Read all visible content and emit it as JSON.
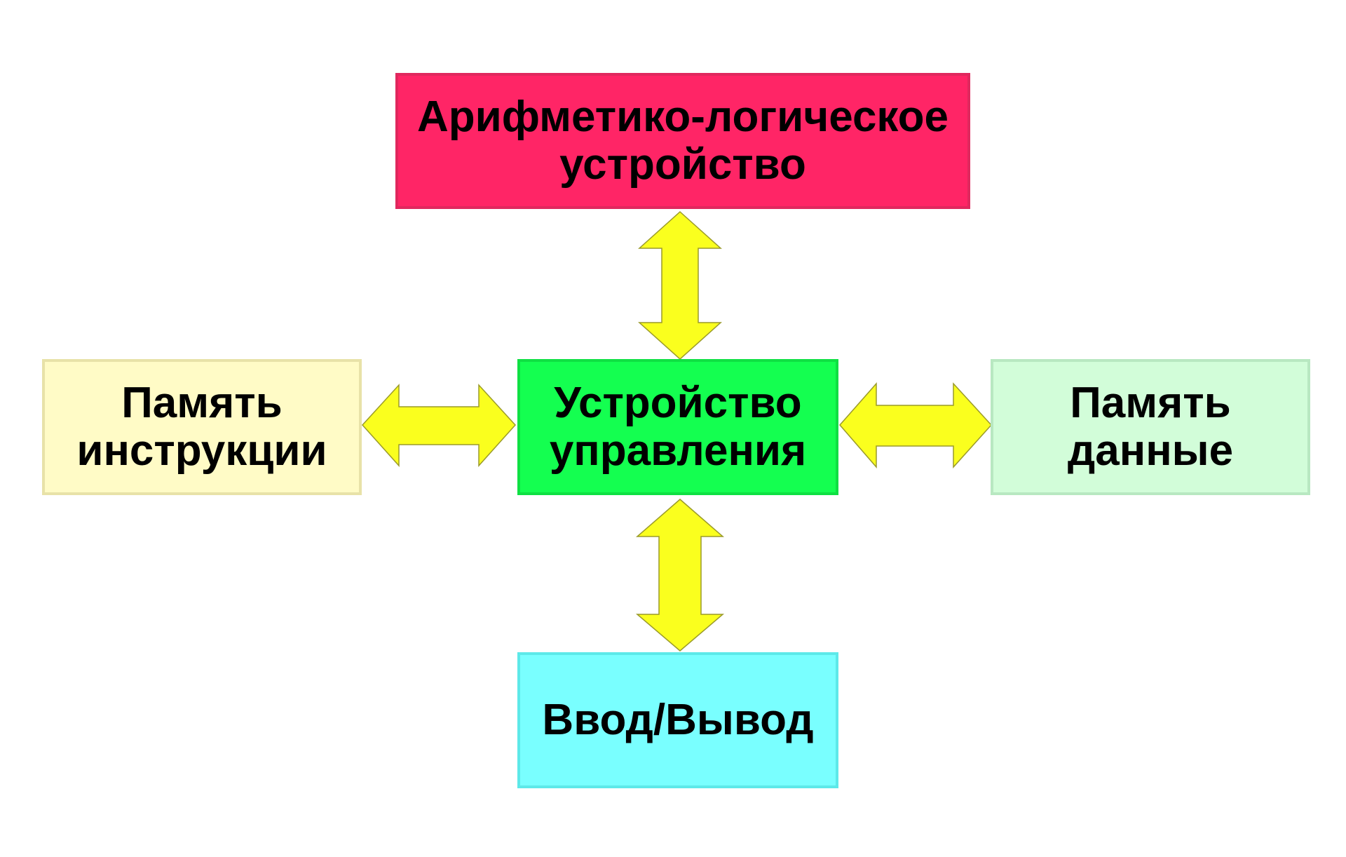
{
  "boxes": {
    "alu": {
      "label": "Арифметико-логическое\nустройство",
      "fill": "#FF2566",
      "border": "#E0285E"
    },
    "control": {
      "label": "Устройство\nуправления",
      "fill": "#14FF50",
      "border": "#0FE043"
    },
    "instr_mem": {
      "label": "Память\nинструкции",
      "fill": "#FFFBC6",
      "border": "#E8E2A8"
    },
    "data_mem": {
      "label": "Память\nданные",
      "fill": "#D2FDD9",
      "border": "#B8E8C1"
    },
    "io": {
      "label": "Ввод/Вывод",
      "fill": "#79FFFF",
      "border": "#5DE9E9"
    }
  },
  "arrows": {
    "fill": "#FAFF1E",
    "stroke": "#9A9A2A",
    "connections": [
      [
        "alu",
        "control"
      ],
      [
        "instr_mem",
        "control"
      ],
      [
        "control",
        "data_mem"
      ],
      [
        "control",
        "io"
      ]
    ]
  }
}
